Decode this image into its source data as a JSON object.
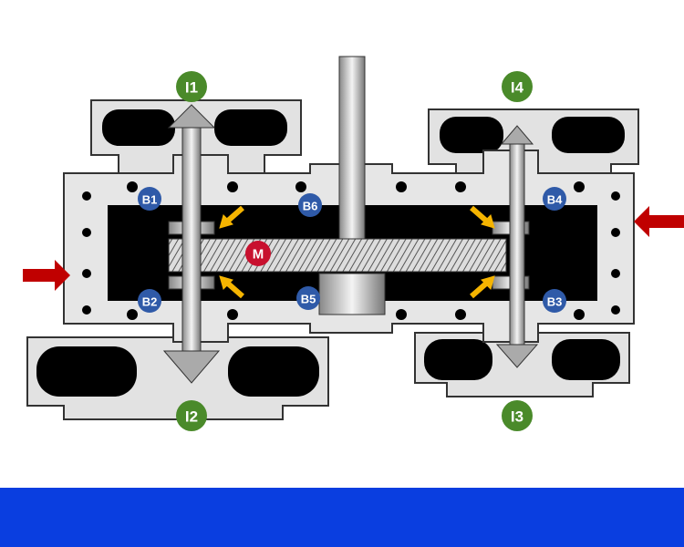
{
  "diagram": {
    "impeller_labels": [
      "I1",
      "I2",
      "I3",
      "I4"
    ],
    "bearing_labels": [
      "B1",
      "B2",
      "B3",
      "B4",
      "B5",
      "B6"
    ],
    "motor_gear_label": "M",
    "colors": {
      "impeller_badge": "#4a8a2a",
      "bearing_badge": "#2f5aa8",
      "motor_badge": "#c8102e",
      "inflow_arrow": "#c00000",
      "force_arrow": "#f5b400",
      "footer_band": "#0a3ee0",
      "housing": "#d9d9d9",
      "cavity": "#000000"
    }
  }
}
